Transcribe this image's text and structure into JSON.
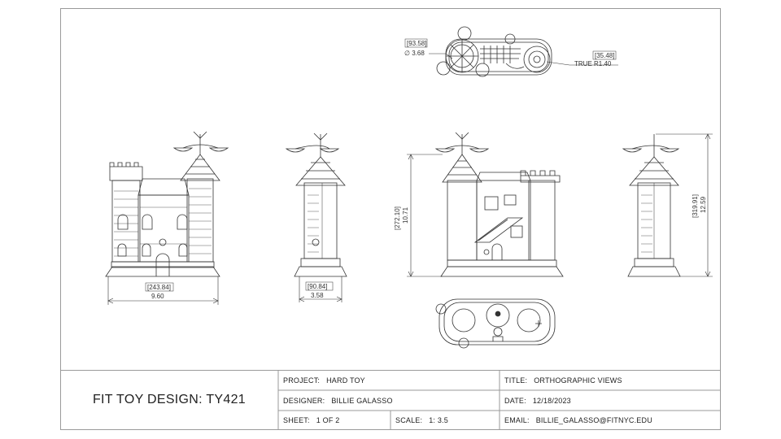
{
  "dimensions": {
    "front_width_mm": "[243.84]",
    "front_width_in": "9.60",
    "side_width_mm": "[90.84]",
    "side_width_in": "3.58",
    "section_height_mm": "[272.10]",
    "section_height_in": "10.71",
    "right_height_mm": "[319.91]",
    "right_height_in": "12.59",
    "top_dia_mm": "[93.58]",
    "top_dia_in": "∅ 3.68",
    "top_radius_mm": "[35.48]",
    "top_radius_in": "TRUE  R1.40"
  },
  "title_block": {
    "company": "FIT TOY DESIGN: TY421",
    "project_label": "PROJECT:",
    "project_value": "HARD TOY",
    "designer_label": "DESIGNER:",
    "designer_value": "BILLIE GALASSO",
    "sheet_label": "SHEET:",
    "sheet_value": "1 OF 2",
    "scale_label": "SCALE:",
    "scale_value": "1: 3.5",
    "title_label": "TITLE:",
    "title_value": "ORTHOGRAPHIC VIEWS",
    "date_label": "DATE:",
    "date_value": "12/18/2023",
    "email_label": "EMAIL:",
    "email_value": "BILLIE_GALASSO@FITNYC.EDU"
  }
}
